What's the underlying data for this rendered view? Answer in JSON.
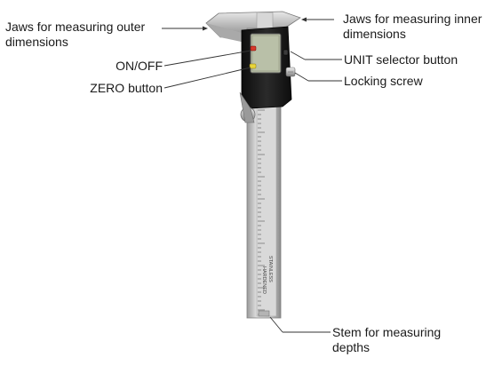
{
  "labels": {
    "outer_jaws": "Jaws for measuring outer dimensions",
    "inner_jaws": "Jaws for measuring inner dimensions",
    "on_off": "ON/OFF",
    "zero_button": "ZERO button",
    "unit_selector": "UNIT selector button",
    "locking_screw": "Locking screw",
    "depth_stem": "Stem for measuring depths"
  },
  "device_markings": {
    "blade_text_1": "STAINLESS",
    "blade_text_2": "HARDENED"
  },
  "colors": {
    "metal_light": "#dcdcdc",
    "metal_dark": "#8f8f8f",
    "housing": "#1c1c1c",
    "lcd": "#b9c0a8",
    "on_off_button": "#d63a2b",
    "zero_button": "#e8d53a",
    "leader_line": "#333333"
  }
}
